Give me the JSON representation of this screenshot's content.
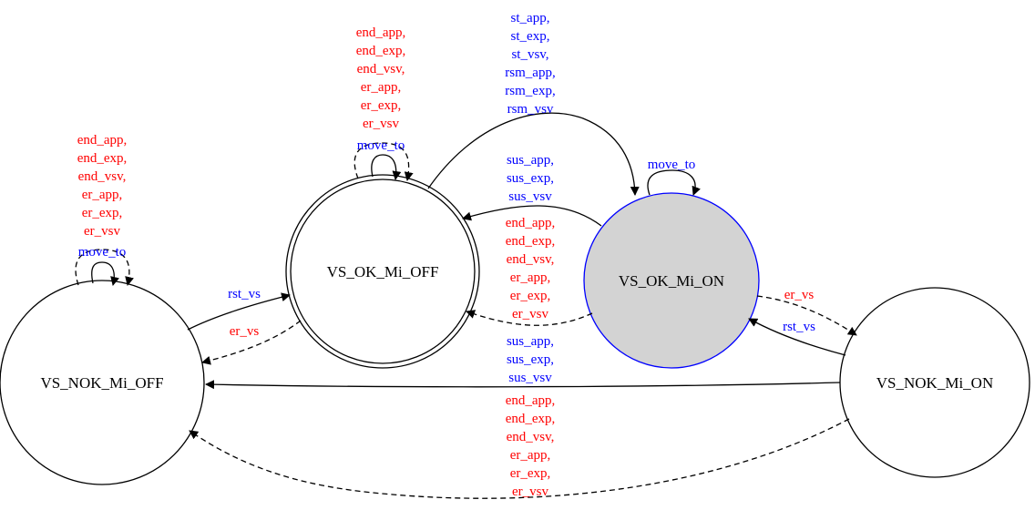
{
  "colors": {
    "blue_label": "#0000ff",
    "red_label": "#ff0000",
    "active_fill": "#d3d3d3",
    "active_stroke": "#0000ff"
  },
  "states": {
    "nok_off": "VS_NOK_Mi_OFF",
    "ok_off": "VS_OK_Mi_OFF",
    "ok_on": "VS_OK_Mi_ON",
    "nok_on": "VS_NOK_Mi_ON"
  },
  "labels": {
    "nok_off_self_red": [
      "end_app,",
      "end_exp,",
      "end_vsv,",
      "er_app,",
      "er_exp,",
      "er_vsv"
    ],
    "nok_off_self_blue": "move_to",
    "ok_off_self_red": [
      "end_app,",
      "end_exp,",
      "end_vsv,",
      "er_app,",
      "er_exp,",
      "er_vsv"
    ],
    "ok_off_self_blue": "move_to",
    "ok_on_self_blue": "move_to",
    "start_resume": [
      "st_app,",
      "st_exp,",
      "st_vsv,",
      "rsm_app,",
      "rsm_exp,",
      "rsm_vsv"
    ],
    "suspend_top": [
      "sus_app,",
      "sus_exp,",
      "sus_vsv"
    ],
    "end_error_mid": [
      "end_app,",
      "end_exp,",
      "end_vsv,",
      "er_app,",
      "er_exp,",
      "er_vsv"
    ],
    "rst_vs_left": "rst_vs",
    "er_vs_left": "er_vs",
    "er_vs_right": "er_vs",
    "rst_vs_right": "rst_vs",
    "suspend_bottom": [
      "sus_app,",
      "sus_exp,",
      "sus_vsv"
    ],
    "end_error_bottom": [
      "end_app,",
      "end_exp,",
      "end_vsv,",
      "er_app,",
      "er_exp,",
      "er_vsv"
    ]
  }
}
